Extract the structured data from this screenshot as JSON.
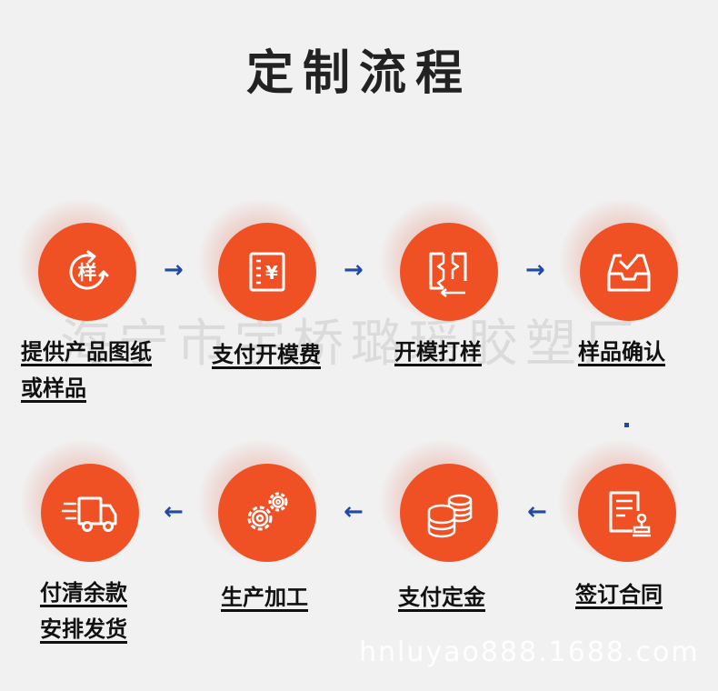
{
  "title": "定制流程",
  "watermark": "海宁市宇桥璐瑶胶塑厂",
  "url_watermark": "hnluyao888.1688.com",
  "accent_color": "#ef5124",
  "arrow_color": "#1f4aa8",
  "row1": [
    {
      "line1": "提供产品图纸",
      "line2": "或样品",
      "icon": "sample-refresh-icon",
      "glyph": "样"
    },
    {
      "line1": "支付开模费",
      "icon": "yuan-document-icon",
      "glyph": "¥"
    },
    {
      "line1": "开模打样",
      "icon": "mold-icon"
    },
    {
      "line1": "样品确认",
      "icon": "inbox-check-icon"
    }
  ],
  "row2": [
    {
      "line1": "付清余款",
      "line2": "安排发货",
      "icon": "delivery-truck-icon"
    },
    {
      "line1": "生产加工",
      "icon": "gears-icon"
    },
    {
      "line1": "支付定金",
      "icon": "coin-stack-icon"
    },
    {
      "line1": "签订合同",
      "icon": "contract-stamp-icon"
    }
  ],
  "arrows": {
    "right": "→",
    "left": "←"
  }
}
